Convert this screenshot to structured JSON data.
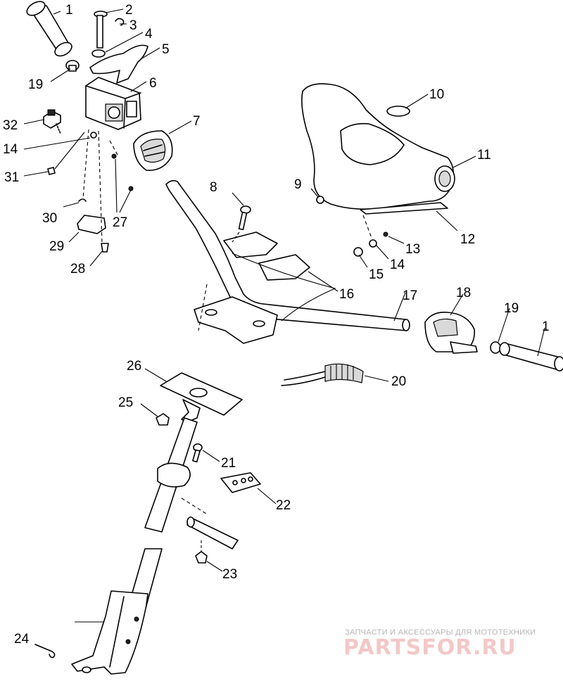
{
  "diagram": {
    "callouts": {
      "c1a": "1",
      "c2": "2",
      "c3": "3",
      "c4": "4",
      "c5": "5",
      "c6": "6",
      "c7": "7",
      "c8": "8",
      "c9": "9",
      "c10": "10",
      "c11": "11",
      "c12": "12",
      "c13": "13",
      "c14a": "14",
      "c14b": "14",
      "c15": "15",
      "c16": "16",
      "c17": "17",
      "c18": "18",
      "c19a": "19",
      "c19b": "19",
      "c1b": "1",
      "c20": "20",
      "c21": "21",
      "c22": "22",
      "c23": "23",
      "c24": "24",
      "c25": "25",
      "c26": "26",
      "c27": "27",
      "c28": "28",
      "c29": "29",
      "c30": "30",
      "c31": "31",
      "c32": "32"
    }
  },
  "watermark": {
    "tagline": "ЗАПЧАСТИ И АКСЕССУАРЫ ДЛЯ МОТОТЕХНИКИ",
    "brand": "PARTSFOR.RU",
    "brand_color": "#e9a0a0"
  }
}
